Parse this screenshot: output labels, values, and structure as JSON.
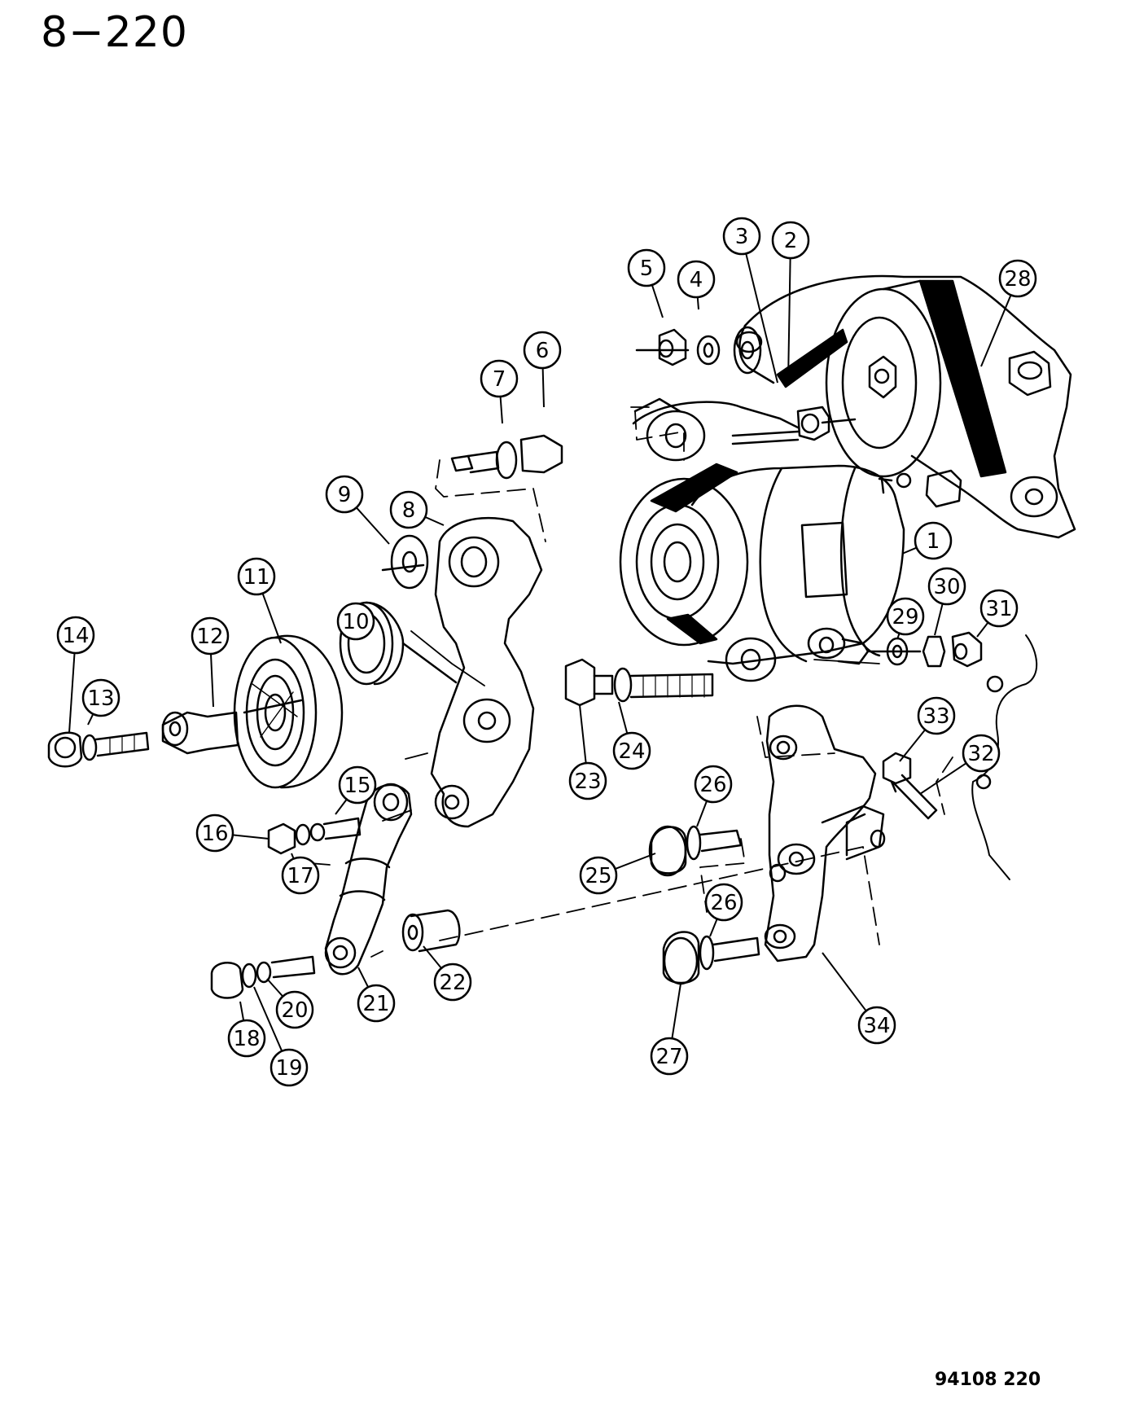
{
  "page_number": "8−220",
  "figure_code": "94108  220",
  "callouts": [
    "1",
    "2",
    "3",
    "4",
    "5",
    "6",
    "7",
    "8",
    "9",
    "10",
    "11",
    "12",
    "13",
    "14",
    "15",
    "16",
    "17",
    "18",
    "19",
    "20",
    "21",
    "22",
    "23",
    "24",
    "25",
    "26",
    "26",
    "27",
    "28",
    "29",
    "30",
    "31",
    "32",
    "33",
    "34"
  ],
  "colors": {
    "ink": "#000000",
    "paper": "#ffffff"
  }
}
